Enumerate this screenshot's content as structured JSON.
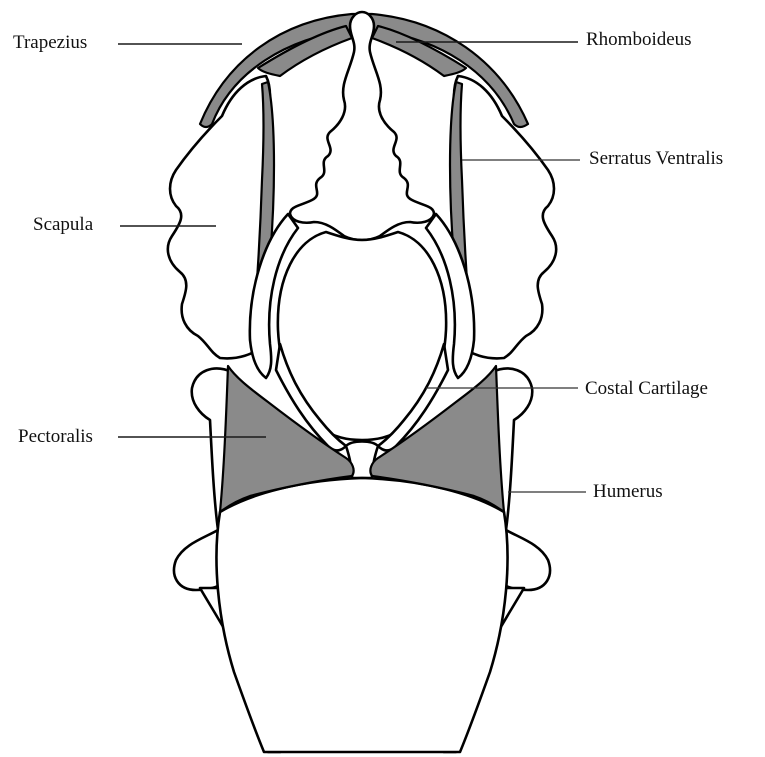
{
  "labels": {
    "trapezius": "Trapezius",
    "rhomboideus": "Rhomboideus",
    "serratus_ventralis": "Serratus Ventralis",
    "scapula": "Scapula",
    "costal_cartilage": "Costal Cartilage",
    "pectoralis": "Pectoralis",
    "humerus": "Humerus"
  },
  "colors": {
    "muscle": "#8a8a8a",
    "bone": "#ffffff",
    "outline": "#000000"
  }
}
